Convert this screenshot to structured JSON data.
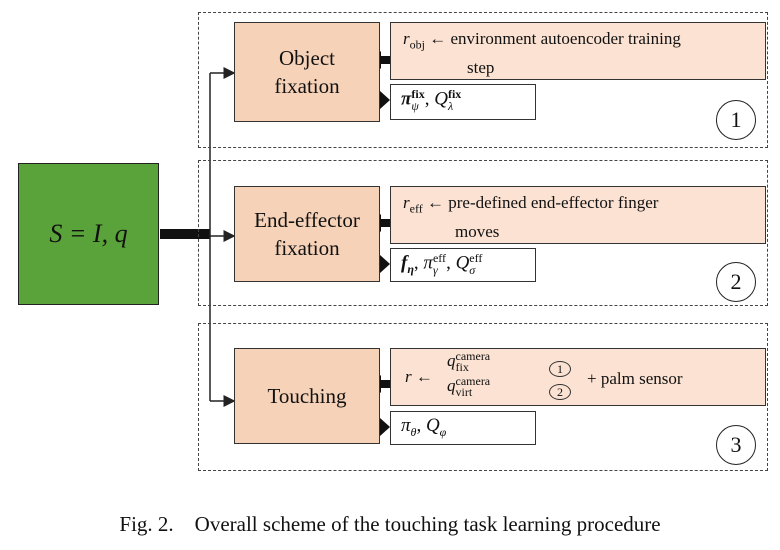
{
  "state_box": {
    "label": "S = I, q"
  },
  "stages": [
    {
      "number": "1",
      "title_line1": "Object",
      "title_line2": "fixation",
      "reward_symbol": "r",
      "reward_subscript": "obj",
      "reward_text_line1": "← environment autoencoder training",
      "reward_text_line2": "step",
      "policy_pi": "π",
      "policy_pi_sub": "ψ",
      "policy_pi_sup": "fix",
      "policy_q": "Q",
      "policy_q_sub": "λ",
      "policy_q_sup": "fix",
      "comma": ","
    },
    {
      "number": "2",
      "title_line1": "End-effector",
      "title_line2": "fixation",
      "reward_symbol": "r",
      "reward_subscript": "eff",
      "reward_text_line1": "← pre-defined end-effector finger",
      "reward_text_line2": "moves",
      "policy_f": "f",
      "policy_f_sub": "η",
      "policy_pi": "π",
      "policy_pi_sub": "γ",
      "policy_pi_sup": "eff",
      "policy_q": "Q",
      "policy_q_sub": "σ",
      "policy_q_sup": "eff",
      "comma": ","
    },
    {
      "number": "3",
      "title_line1": "Touching",
      "reward_symbol": "r",
      "reward_arrow": "←",
      "q_symbol": "q",
      "q1_sup": "camera",
      "q1_sub": "fix",
      "q2_sup": "camera",
      "q2_sub": "virt",
      "ref1": "1",
      "ref2": "2",
      "reward_suffix": "+ palm sensor",
      "policy_pi": "π",
      "policy_pi_sub": "θ",
      "policy_q": "Q",
      "policy_q_sub": "φ",
      "comma": ","
    }
  ],
  "caption": {
    "label": "Fig. 2.",
    "text": "Overall scheme of the touching task learning procedure"
  }
}
